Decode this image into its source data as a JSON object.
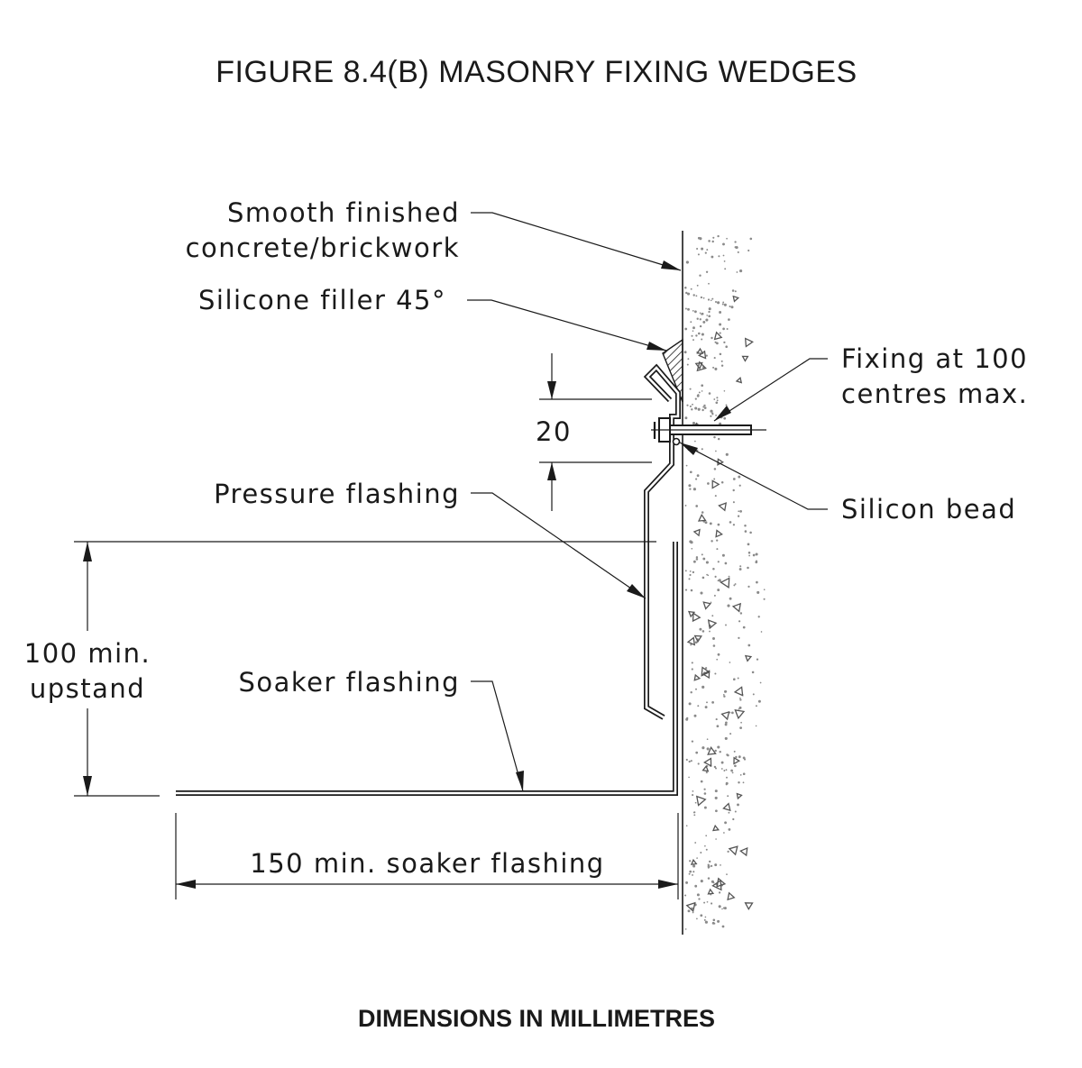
{
  "title": "FIGURE  8.4(B)   MASONRY FIXING WEDGES",
  "footer": "DIMENSIONS IN MILLIMETRES",
  "labels": {
    "wall_line1": "Smooth finished",
    "wall_line2": "concrete/brickwork",
    "filler": "Silicone filler 45°",
    "fixing_line1": "Fixing at 100",
    "fixing_line2": "centres max.",
    "dim_20": "20",
    "pressure": "Pressure flashing",
    "bead": "Silicon bead",
    "upstand_line1": "100 min.",
    "upstand_line2": "upstand",
    "soaker": "Soaker flashing",
    "soaker_dim": "150 min. soaker flashing"
  },
  "colors": {
    "ink": "#1a1a1a",
    "background": "#ffffff",
    "concrete_dots": "#8a8a8a"
  }
}
